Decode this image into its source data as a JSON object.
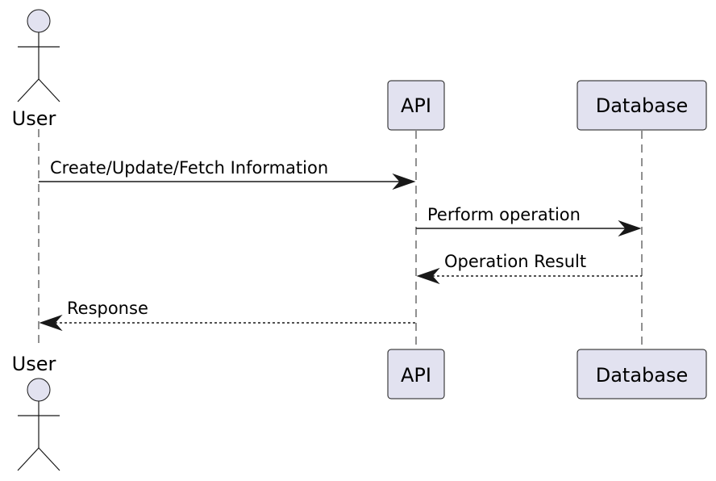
{
  "participants": [
    {
      "id": "user",
      "kind": "actor",
      "label": "User"
    },
    {
      "id": "api",
      "kind": "participant",
      "label": "API"
    },
    {
      "id": "db",
      "kind": "participant",
      "label": "Database"
    }
  ],
  "messages": [
    {
      "from": "user",
      "to": "api",
      "style": "solid",
      "label": "Create/Update/Fetch Information"
    },
    {
      "from": "api",
      "to": "db",
      "style": "solid",
      "label": "Perform operation"
    },
    {
      "from": "db",
      "to": "api",
      "style": "dotted",
      "label": "Operation Result"
    },
    {
      "from": "api",
      "to": "user",
      "style": "dotted",
      "label": "Response"
    }
  ],
  "colors": {
    "participant_fill": "#e2e2f0",
    "stroke": "#181818",
    "lifeline": "#6b6b6b"
  }
}
